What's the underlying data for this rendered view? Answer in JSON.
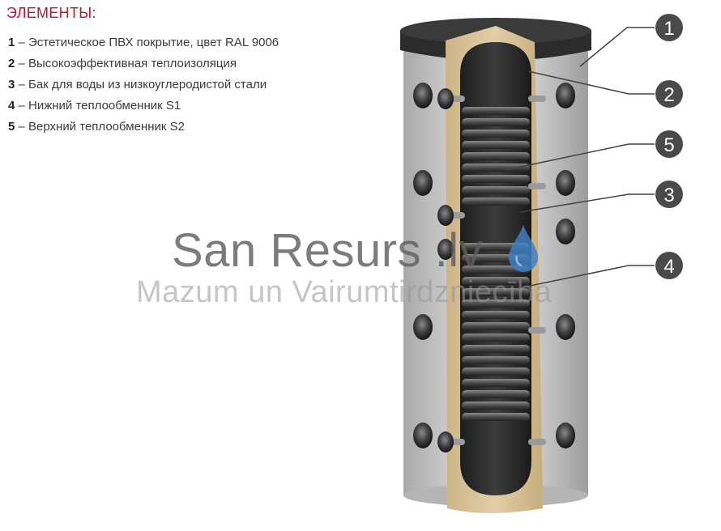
{
  "heading": "ЭЛЕМЕНТЫ:",
  "legend": [
    {
      "num": "1",
      "text": "– Эстетическое ПВХ покрытие, цвет RAL 9006"
    },
    {
      "num": "2",
      "text": "– Высокоэффективная теплоизоляция"
    },
    {
      "num": "3",
      "text": "– Бак для воды из низкоуглеродистой стали"
    },
    {
      "num": "4",
      "text": "– Нижний теплообменник S1"
    },
    {
      "num": "5",
      "text": "– Верхний теплообменник S2"
    }
  ],
  "callouts": [
    "1",
    "2",
    "5",
    "3",
    "4"
  ],
  "watermark": {
    "line1": "San Resurs .lv",
    "line2": "Mazum un Vairumtirdzniecība"
  },
  "colors": {
    "heading": "#c8102e",
    "callout_fill": "#4a4a4a",
    "casing": "#c9c9c9",
    "insulation": "#d9c39a",
    "tank": "#2c2c2c",
    "coil": "#5a5a5a",
    "drop": "#3f7fc2"
  }
}
